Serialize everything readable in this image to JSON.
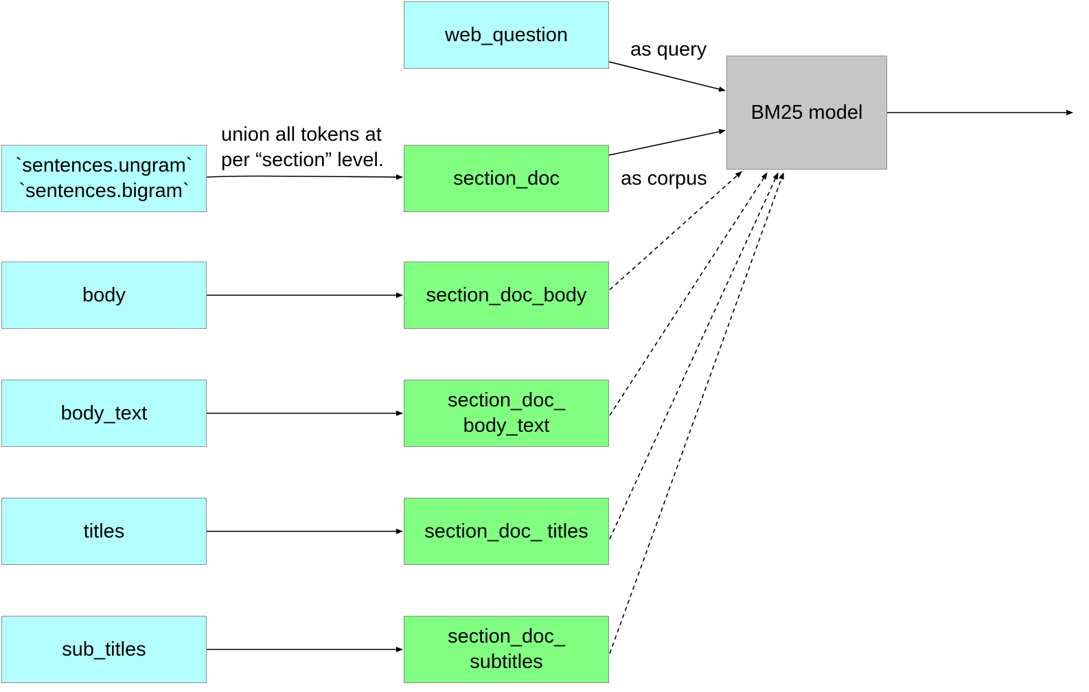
{
  "colors": {
    "source_node_fill": "#b3ffff",
    "derived_node_fill": "#80ff80",
    "model_node_fill": "#c6c6c6",
    "node_border": "#8c8c8c",
    "edge": "#000000"
  },
  "nodes": {
    "web_question": "web_question",
    "sentences": "`sentences.ungram`\n`sentences.bigram`",
    "section_doc": "section_doc",
    "bm25_model": "BM25 model",
    "body": "body",
    "section_doc_body": "section_doc_body",
    "body_text": "body_text",
    "section_doc_body_text": "section_doc_\nbody_text",
    "titles": "titles",
    "section_doc_titles": "section_doc_ titles",
    "sub_titles": "sub_titles",
    "section_doc_subtitles": "section_doc_\nsubtitles"
  },
  "edge_labels": {
    "as_query": "as query",
    "as_corpus": "as corpus",
    "union": "union all tokens at\nper “section” level."
  },
  "edges": [
    {
      "from": "sentences",
      "to": "section_doc",
      "style": "solid"
    },
    {
      "from": "body",
      "to": "section_doc_body",
      "style": "solid"
    },
    {
      "from": "body_text",
      "to": "section_doc_body_text",
      "style": "solid"
    },
    {
      "from": "titles",
      "to": "section_doc_titles",
      "style": "solid"
    },
    {
      "from": "sub_titles",
      "to": "section_doc_subtitles",
      "style": "solid"
    },
    {
      "from": "web_question",
      "to": "bm25_model",
      "style": "solid"
    },
    {
      "from": "section_doc",
      "to": "bm25_model",
      "style": "solid"
    },
    {
      "from": "section_doc_body",
      "to": "bm25_model",
      "style": "dashed"
    },
    {
      "from": "section_doc_body_text",
      "to": "bm25_model",
      "style": "dashed"
    },
    {
      "from": "section_doc_titles",
      "to": "bm25_model",
      "style": "dashed"
    },
    {
      "from": "section_doc_subtitles",
      "to": "bm25_model",
      "style": "dashed"
    },
    {
      "from": "bm25_model",
      "to": "output",
      "style": "solid"
    }
  ]
}
